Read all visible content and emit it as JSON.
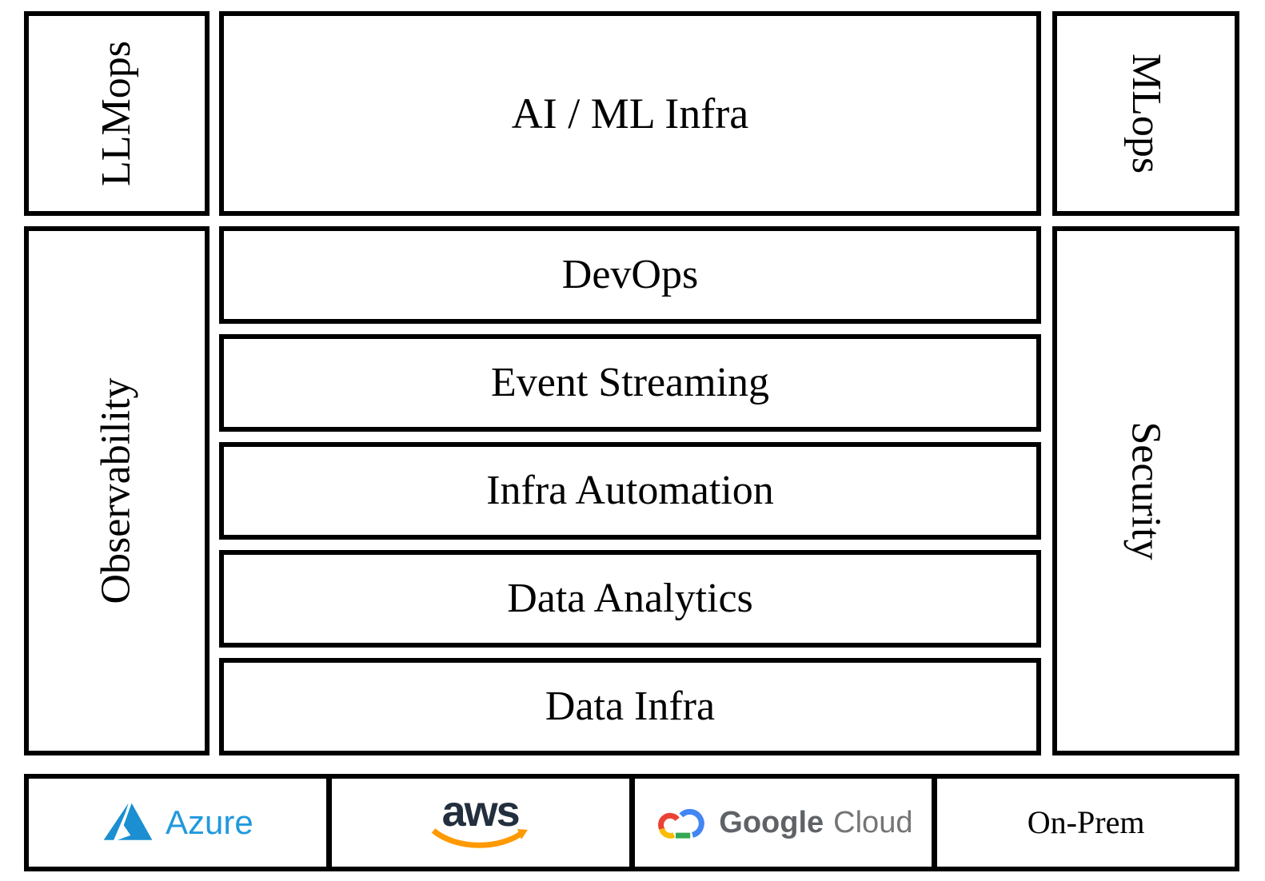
{
  "boxes": {
    "llmops": "LLMops",
    "ai_ml_infra": "AI / ML Infra",
    "mlops": "MLops",
    "observability": "Observability",
    "security": "Security"
  },
  "middle_rows": [
    {
      "label": "DevOps"
    },
    {
      "label": "Event Streaming"
    },
    {
      "label": "Infra Automation"
    },
    {
      "label": "Data Analytics"
    },
    {
      "label": "Data Infra"
    }
  ],
  "providers": {
    "azure": {
      "label": "Azure",
      "icon": "azure-logo-icon"
    },
    "aws": {
      "label": "aws",
      "icon": "aws-logo-icon"
    },
    "google": {
      "label_brand": "Google",
      "label_product": "Cloud",
      "icon": "google-cloud-logo-icon"
    },
    "onprem": {
      "label": "On-Prem"
    }
  },
  "colors": {
    "border": "#000000",
    "background": "#ffffff",
    "text": "#000000",
    "azure_blue": "#2199dd",
    "azure_icon_blue": "#1b8fd1",
    "aws_navy": "#232f3e",
    "aws_orange": "#ff9900",
    "google_blue": "#4285f4",
    "google_red": "#ea4335",
    "google_yellow": "#fbbc05",
    "google_green": "#34a853",
    "google_text_gray": "#5f6368",
    "google_text_gray_light": "#757575"
  }
}
